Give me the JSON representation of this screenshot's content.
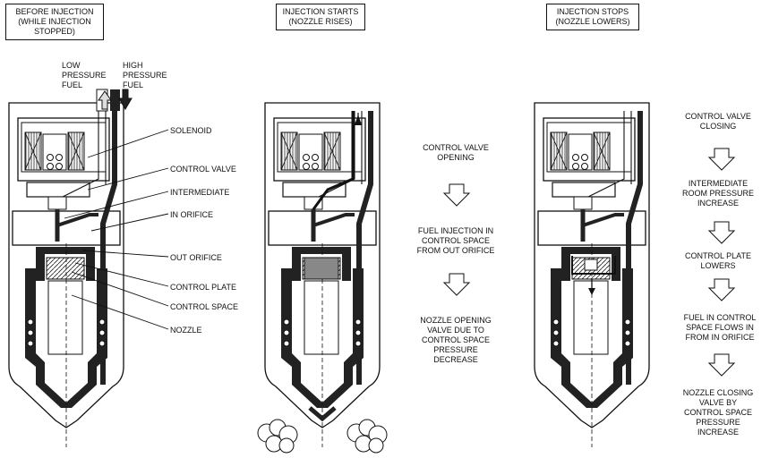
{
  "stages": [
    {
      "title_lines": [
        "BEFORE INJECTION",
        "(WHILE INJECTION",
        "STOPPED)"
      ]
    },
    {
      "title_lines": [
        "INJECTION STARTS",
        "(NOZZLE RISES)"
      ]
    },
    {
      "title_lines": [
        "INJECTION STOPS",
        "(NOZZLE LOWERS)"
      ]
    }
  ],
  "fuel_labels": {
    "low": [
      "LOW",
      "PRESSURE",
      "FUEL"
    ],
    "high": [
      "HIGH",
      "PRESSURE",
      "FUEL"
    ]
  },
  "parts": [
    "SOLENOID",
    "CONTROL VALVE",
    "INTERMEDIATE",
    "IN ORIFICE",
    "OUT ORIFICE",
    "CONTROL PLATE",
    "CONTROL SPACE",
    "NOZZLE"
  ],
  "start_steps": [
    [
      "CONTROL VALVE",
      "OPENING"
    ],
    [
      "FUEL INJECTION IN",
      "CONTROL SPACE",
      "FROM OUT ORIFICE"
    ],
    [
      "NOZZLE OPENING",
      "VALVE DUE TO",
      "CONTROL SPACE",
      "PRESSURE",
      "DECREASE"
    ]
  ],
  "stop_steps": [
    [
      "CONTROL VALVE",
      "CLOSING"
    ],
    [
      "INTERMEDIATE",
      "ROOM PRESSURE",
      "INCREASE"
    ],
    [
      "CONTROL PLATE",
      "LOWERS"
    ],
    [
      "FUEL IN CONTROL",
      "SPACE FLOWS IN",
      "FROM IN ORIFICE"
    ],
    [
      "NOZZLE CLOSING",
      "VALVE BY",
      "CONTROL SPACE",
      "PRESSURE",
      "INCREASE"
    ]
  ]
}
